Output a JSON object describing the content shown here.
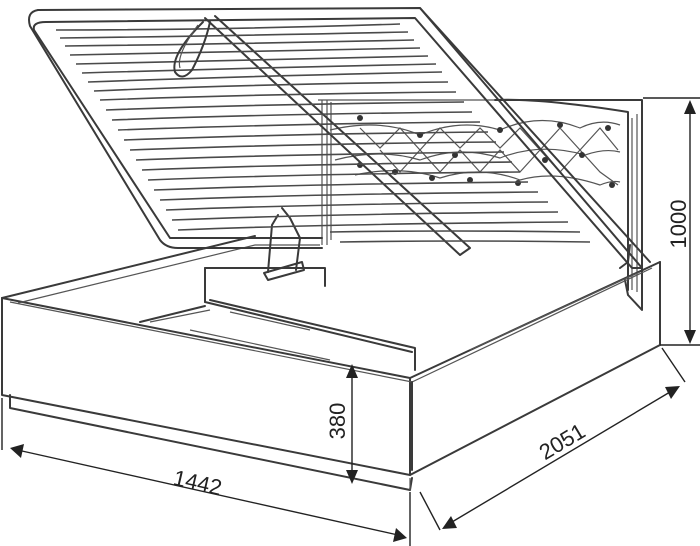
{
  "dimensions": {
    "width": "1442",
    "length": "2051",
    "headboard_height": "1000",
    "base_height": "380"
  }
}
